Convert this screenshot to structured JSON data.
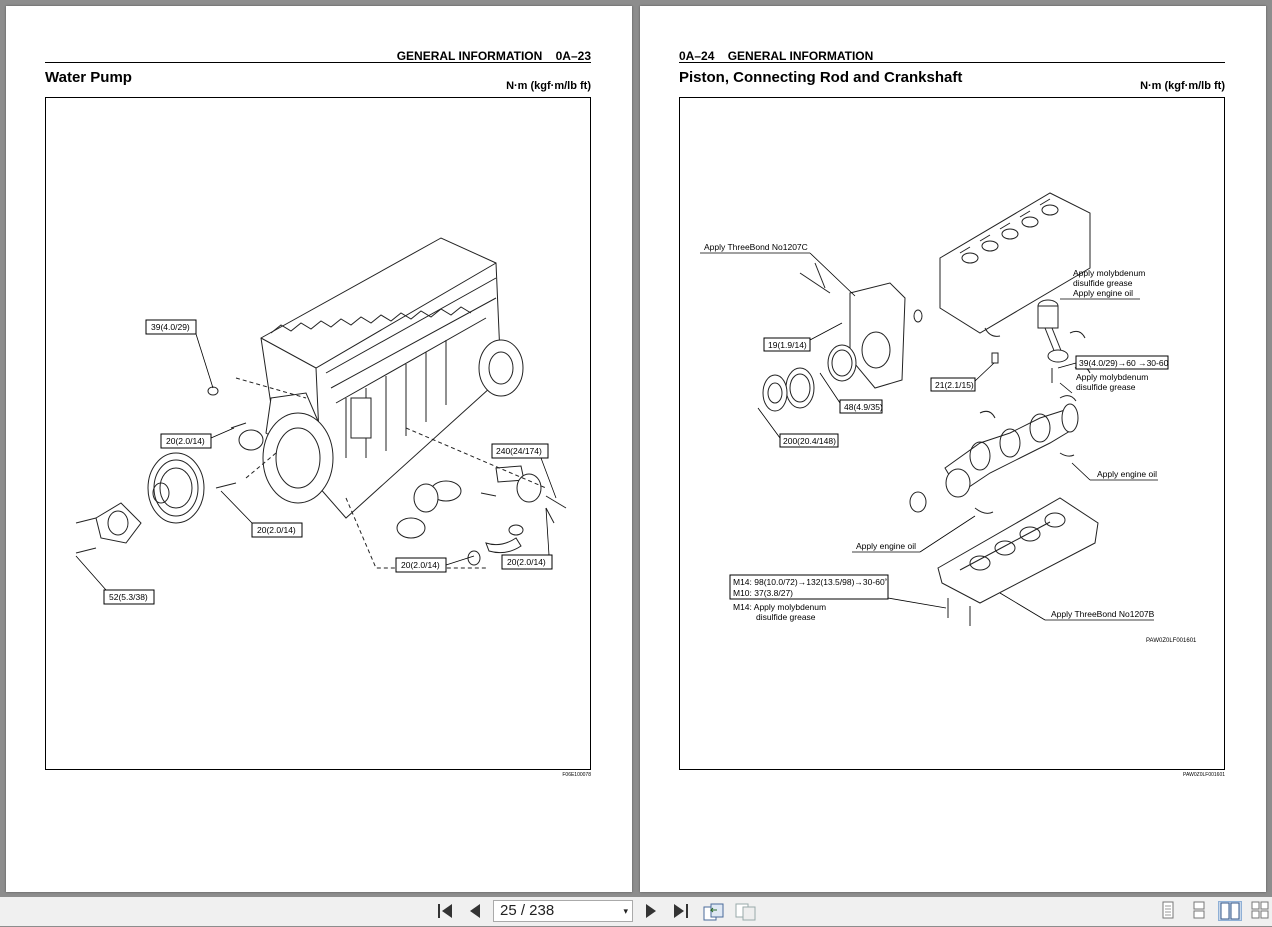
{
  "left_page": {
    "header_section": "GENERAL INFORMATION",
    "header_page": "0A–23",
    "title": "Water Pump",
    "unit": "N·m (kgf·m/lb ft)",
    "labels": [
      "39(4.0/29)",
      "20(2.0/14)",
      "20(2.0/14)",
      "240(24/174)",
      "20(2.0/14)",
      "20(2.0/14)",
      "52(5.3/38)"
    ],
    "fig_code": "F06E100078"
  },
  "right_page": {
    "header_page": "0A–24",
    "header_section": "GENERAL INFORMATION",
    "title": "Piston, Connecting Rod and Crankshaft",
    "unit": "N·m (kgf·m/lb ft)",
    "labels": {
      "threebond_c": "Apply ThreeBond No1207C",
      "torque_19": "19(1.9/14)",
      "torque_200": "200(20.4/148)",
      "torque_48": "48(4.9/35)",
      "torque_21": "21(2.1/15)",
      "moly1_a": "Apply molybdenum",
      "moly1_b": "disulfide grease",
      "engine_oil_1": "Apply engine oil",
      "torque_39": "39(4.0/29)→60 →30-60",
      "moly2_a": "Apply molybdenum",
      "moly2_b": "disulfide grease",
      "engine_oil_2": "Apply engine oil",
      "engine_oil_3": "Apply engine oil",
      "m14_torque": "M14: 98(10.0/72)→132(13.5/98)→30-60˚",
      "m10_torque": "M10: 37(3.8/27)",
      "m14_grease_a": "M14: Apply molybdenum",
      "m14_grease_b": "disulfide grease",
      "threebond_b": "Apply ThreeBond No1207B",
      "inner_code": "PAW0Z0LF001601"
    },
    "fig_code": "PAW0Z0LF001601"
  },
  "toolbar": {
    "current_page": "25",
    "separator": "/",
    "total_pages": "238",
    "page_display": "25 / 238"
  }
}
